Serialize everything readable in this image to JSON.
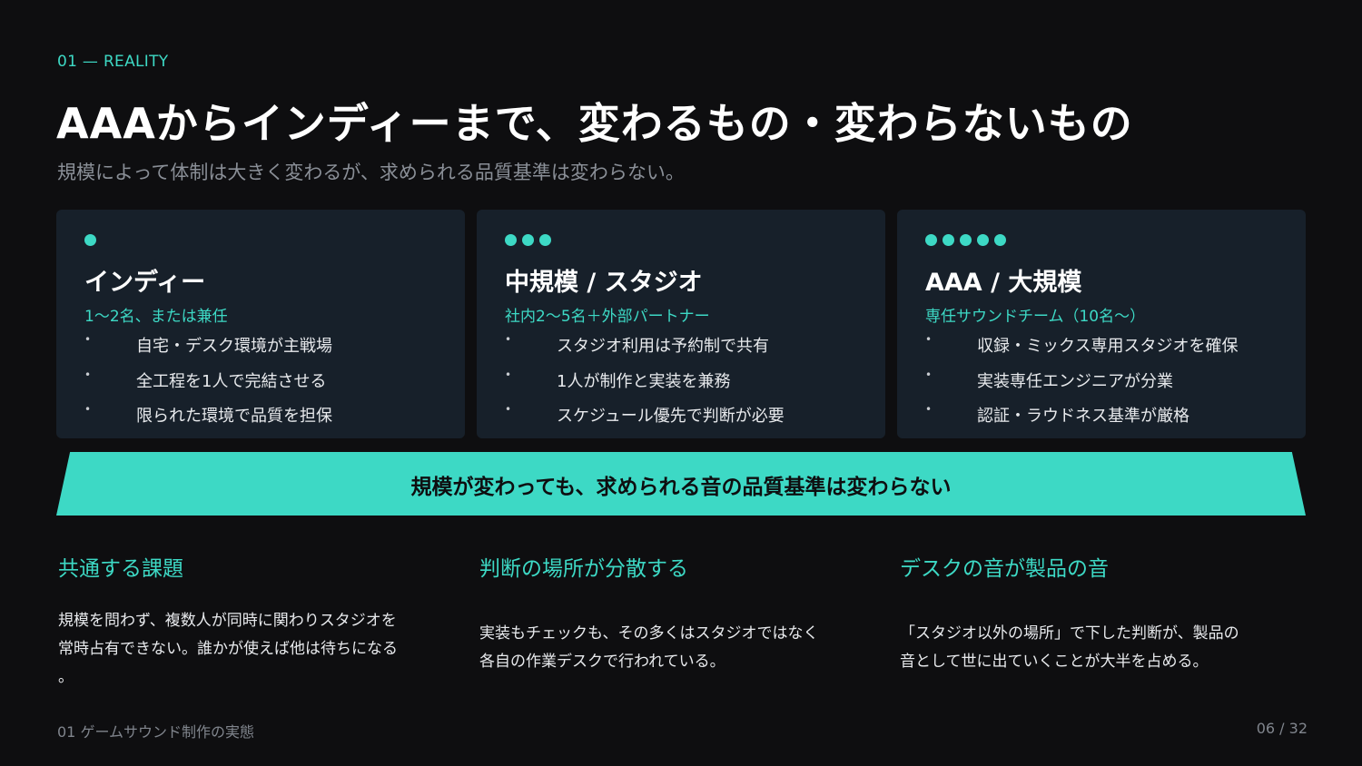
{
  "eyebrow": "01 — REALITY",
  "title": "AAAからインディーまで、変わるもの・変わらないもの",
  "subtitle": "規模によって体制は大きく変わるが、求められる品質基準は変わらない。",
  "cards": [
    {
      "dot_count": 1,
      "title": "インディー",
      "subtitle": "1〜2名、または兼任",
      "bullets": [
        "自宅・デスク環境が主戦場",
        "全工程を1人で完結させる",
        "限られた環境で品質を担保"
      ]
    },
    {
      "dot_count": 3,
      "title": "中規模 / スタジオ",
      "subtitle": "社内2〜5名＋外部パートナー",
      "bullets": [
        "スタジオ利用は予約制で共有",
        "1人が制作と実装を兼務",
        "スケジュール優先で判断が必要"
      ]
    },
    {
      "dot_count": 5,
      "title": "AAA / 大規模",
      "subtitle": "専任サウンドチーム（10名〜）",
      "bullets": [
        "収録・ミックス専用スタジオを確保",
        "実装専任エンジニアが分業",
        "認証・ラウドネス基準が厳格"
      ]
    }
  ],
  "banner": "規模が変わっても、求められる音の品質基準は変わらない",
  "columns": [
    {
      "title": "共通する課題",
      "lines": [
        "規模を問わず、複数人が同時に関わりスタジオを",
        "常時占有できない。誰かが使えば他は待ちになる",
        "。"
      ]
    },
    {
      "title": "判断の場所が分散する",
      "lines": [
        "実装もチェックも、その多くはスタジオではなく",
        "各自の作業デスクで行われている。"
      ]
    },
    {
      "title": "デスクの音が製品の音",
      "lines": [
        "「スタジオ以外の場所」で下した判断が、製品の",
        "音として世に出ていくことが大半を占める。"
      ]
    }
  ],
  "footer": {
    "section": "01 ゲームサウンド制作の実態",
    "page": "06 / 32"
  },
  "colors": {
    "accent": "#3dd9c5",
    "background": "#0e0e10",
    "card": "#17202a"
  }
}
